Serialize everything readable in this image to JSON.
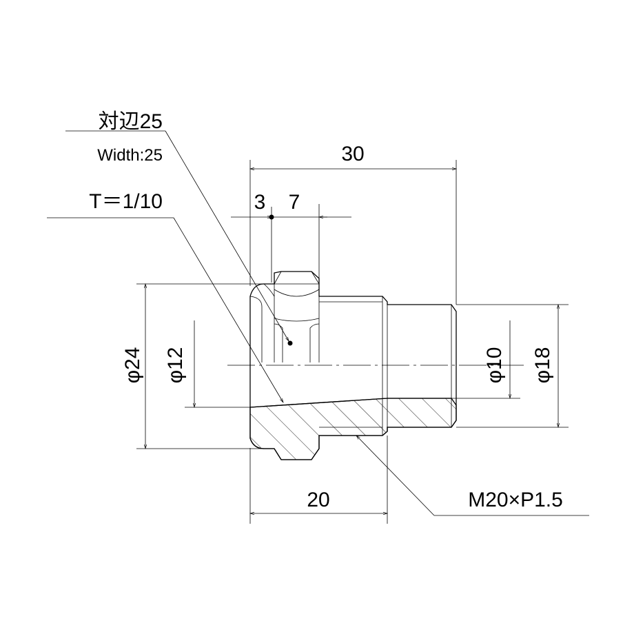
{
  "labels": {
    "width_jp": "対辺25",
    "width_en": "Width:25",
    "taper": "T＝1/10",
    "dim_total_length": "30",
    "dim_hex_chamfer": "3",
    "dim_hex_length": "7",
    "dim_thread_length": "20",
    "dia_outer": "φ24",
    "dia_taper": "φ12",
    "dia_bore": "φ10",
    "dia_end": "φ18",
    "thread_spec": "M20×P1.5"
  }
}
